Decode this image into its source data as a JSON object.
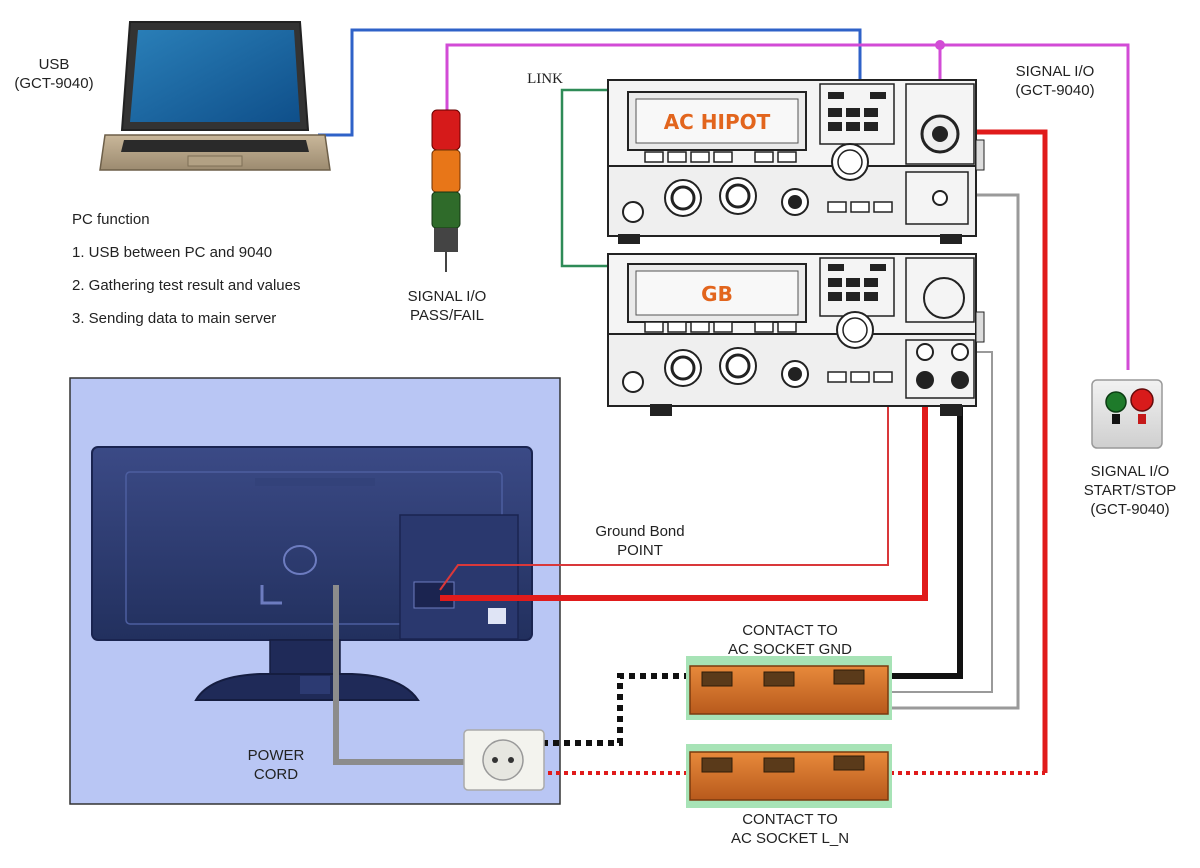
{
  "labels": {
    "usb": [
      "USB",
      "(GCT-9040)"
    ],
    "link": "LINK",
    "signal_io_top": [
      "SIGNAL I/O",
      "(GCT-9040)"
    ],
    "signal_io_passfail": [
      "SIGNAL I/O",
      "PASS/FAIL"
    ],
    "signal_io_startstop": [
      "SIGNAL I/O",
      "START/STOP",
      "(GCT-9040)"
    ],
    "ground_bond": [
      "Ground Bond",
      "POINT"
    ],
    "contact_gnd": [
      "CONTACT TO",
      "AC SOCKET GND"
    ],
    "contact_ln": [
      "CONTACT TO",
      "AC SOCKET L_N"
    ],
    "power_cord": [
      "POWER",
      "CORD"
    ]
  },
  "pc_function": {
    "title": "PC function",
    "items": [
      "1. USB between PC and 9040",
      "2. Gathering test result and values",
      "3. Sending data to main server"
    ]
  },
  "devices": {
    "ac_hipot": "AC HIPOT",
    "gb": "GB"
  },
  "colors": {
    "usb_wire": "#2f62c8",
    "signal_wire": "#d24bd6",
    "link_wire": "#2e8b57",
    "hv_wire": "#e01b1b",
    "return_wire": "#111111",
    "sense_wire": "#9a9a9a",
    "tv_panel": "#b7c4f3",
    "contact_block": "#d9772b",
    "display_text": "#e2651d"
  }
}
